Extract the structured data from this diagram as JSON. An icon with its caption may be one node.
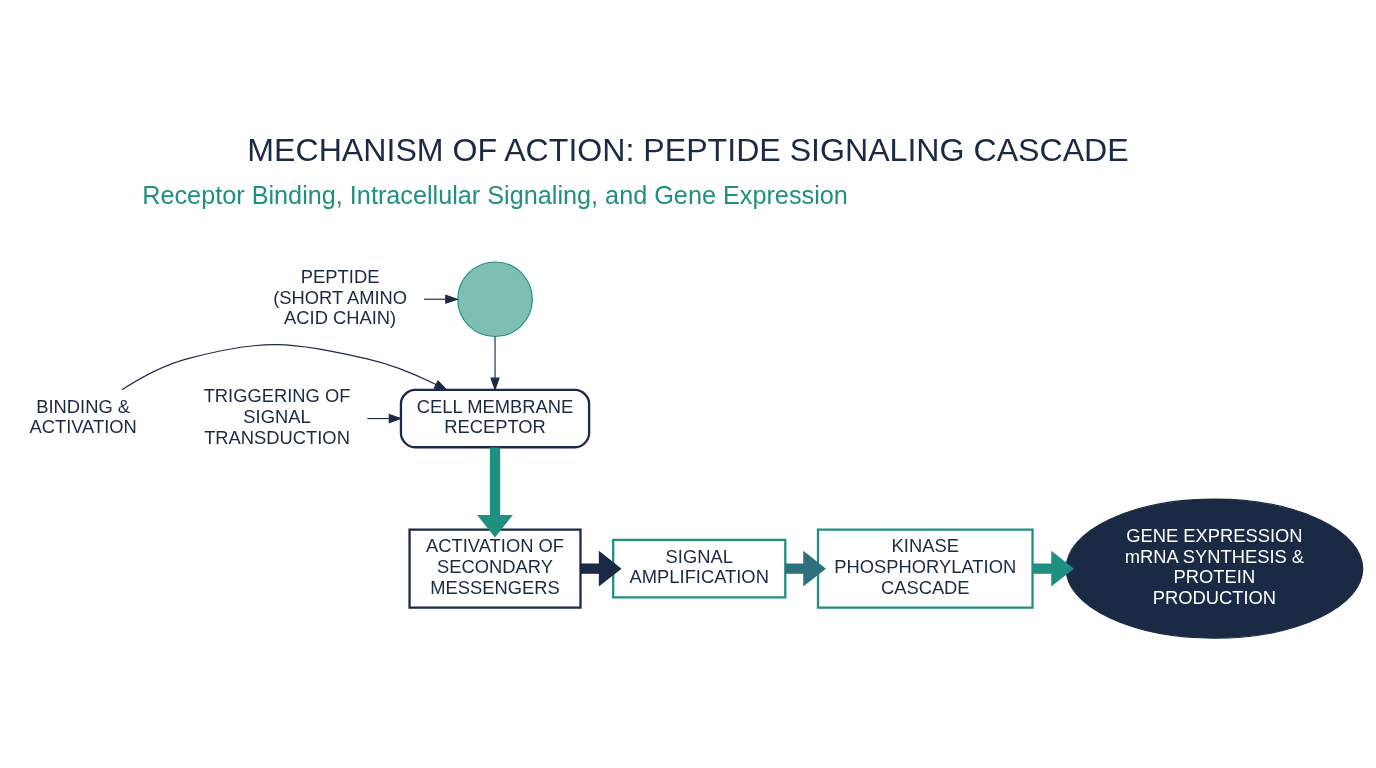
{
  "diagram": {
    "title": "MECHANISM OF ACTION: PEPTIDE SIGNALING CASCADE",
    "nodes": [
      {
        "text": [
          "PEPTIDE",
          "(SHORT AMINO ACID CHAIN)"
        ]
      },
      {
        "text": [],
        "shape": "circle"
      },
      {
        "text": [
          "CELL MEMBRANE RECEPTOR"
        ]
      },
      {
        "text": [
          "BINDING & ACTIVATION"
        ]
      },
      {
        "text": [
          "TRIGGERING OF SIGNAL TRANSDUCTION"
        ]
      },
      {
        "text": [
          "ACTIVATION OF SECONDARY MESSENGERS"
        ]
      },
      {
        "text": [
          "SIGNAL AMPLIFICATION"
        ]
      },
      {
        "text": [
          "KINASE PHOSPHORYLATION CASCADE"
        ]
      },
      {
        "text": [
          "GENE EXPRESSION",
          "mRNA SYNTHESIS & PROTEIN PRODUCTION"
        ]
      }
    ],
    "edges": [
      {
        "from": 0,
        "to": 1,
        "arrow": "to"
      },
      {
        "from": 1,
        "to": 2,
        "arrow": "to"
      },
      {
        "from": 3,
        "to": 2,
        "arrow": "to"
      },
      {
        "from": 4,
        "to": 2,
        "arrow": "to"
      },
      {
        "from": 2,
        "to": 5,
        "arrow": "to",
        "style": "thick",
        "color": "#1f9080"
      },
      {
        "from": 5,
        "to": 6,
        "arrow": "to",
        "style": "thick"
      },
      {
        "from": 6,
        "to": 7,
        "arrow": "to",
        "style": "thick",
        "color": "#2f6f7f"
      },
      {
        "from": 7,
        "to": 8,
        "arrow": "to",
        "style": "thick",
        "color": "#1f9080"
      }
    ],
    "labels": [
      "Receptor Binding, Intracellular Signaling, and Gene Expression"
    ]
  }
}
